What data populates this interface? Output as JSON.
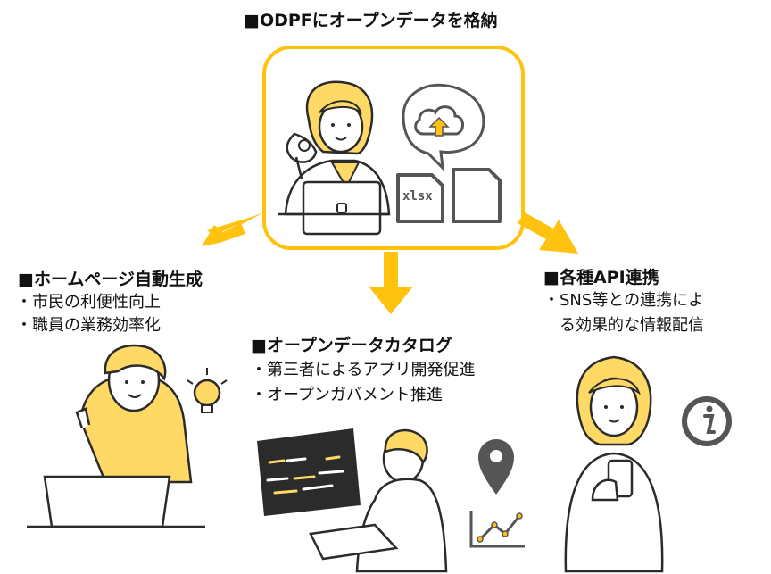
{
  "top": {
    "heading": "■ODPFにオープンデータを格納",
    "file_label": "xlsx"
  },
  "left": {
    "heading": "■ホームページ自動生成",
    "bullets": [
      "・市民の利便性向上",
      "・職員の業務効率化"
    ]
  },
  "center": {
    "heading": "■オープンデータカタログ",
    "bullets": [
      "・第三者によるアプリ開発促進",
      "・オープンガバメント推進"
    ]
  },
  "right": {
    "heading": "■各種API連携",
    "bullets": [
      "・SNS等との連携によ",
      "る効果的な情報配信"
    ]
  },
  "colors": {
    "accent_yellow": "#FFC20E",
    "skin_yellow": "#FFD966",
    "dark": "#2b2b2b",
    "gray": "#555555"
  },
  "icons": [
    "ok-hand-woman",
    "cloud-upload-icon",
    "xlsx-file-icon",
    "file-icon",
    "lightbulb-icon",
    "map-pin-icon",
    "line-chart-icon",
    "info-icon",
    "code-screen"
  ]
}
